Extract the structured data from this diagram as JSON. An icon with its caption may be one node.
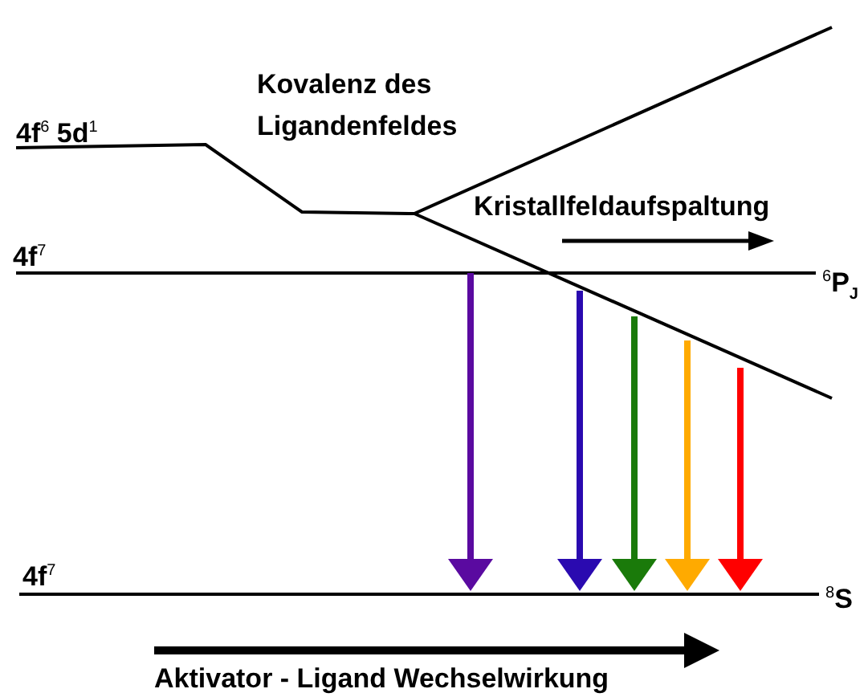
{
  "diagram": {
    "labels": [
      "Kovalenz des Ligandenfeldes",
      "4f$^{6}$ 5d$^{1}$",
      "Kristallfeldaufspaltung",
      "4f$^{7}$",
      "$^{6}$P$_{J}$",
      "4f$^{7}$",
      "$^{8}$S",
      "Aktivator - Ligand Wechselwirkung"
    ]
  }
}
